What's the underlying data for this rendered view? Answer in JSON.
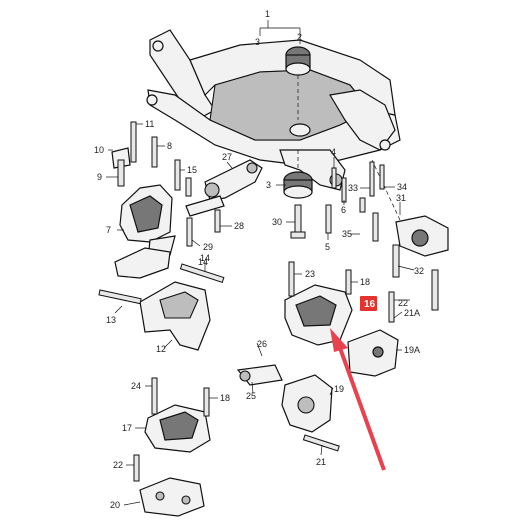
{
  "diagram": {
    "callouts": [
      {
        "id": "c1",
        "label": "1"
      },
      {
        "id": "c3a",
        "label": "3"
      },
      {
        "id": "c2",
        "label": "2"
      },
      {
        "id": "c11",
        "label": "11"
      },
      {
        "id": "c8",
        "label": "8"
      },
      {
        "id": "c10",
        "label": "10"
      },
      {
        "id": "c9",
        "label": "9"
      },
      {
        "id": "c7",
        "label": "7"
      },
      {
        "id": "c15",
        "label": "15"
      },
      {
        "id": "c14a",
        "label": "14"
      },
      {
        "id": "c27",
        "label": "27"
      },
      {
        "id": "c3b",
        "label": "3"
      },
      {
        "id": "c30",
        "label": "30"
      },
      {
        "id": "c28",
        "label": "28"
      },
      {
        "id": "c29",
        "label": "29"
      },
      {
        "id": "c4",
        "label": "4"
      },
      {
        "id": "c6",
        "label": "6"
      },
      {
        "id": "c5",
        "label": "5"
      },
      {
        "id": "c33",
        "label": "33"
      },
      {
        "id": "c34",
        "label": "34"
      },
      {
        "id": "c31",
        "label": "31"
      },
      {
        "id": "c35",
        "label": "35"
      },
      {
        "id": "c32",
        "label": "32"
      },
      {
        "id": "c14b",
        "label": "14"
      },
      {
        "id": "c13",
        "label": "13"
      },
      {
        "id": "c12",
        "label": "12"
      },
      {
        "id": "c23",
        "label": "23"
      },
      {
        "id": "c18a",
        "label": "18"
      },
      {
        "id": "c22a",
        "label": "22"
      },
      {
        "id": "c21a",
        "label": "21A"
      },
      {
        "id": "c19a",
        "label": "19A"
      },
      {
        "id": "c26",
        "label": "26"
      },
      {
        "id": "c25",
        "label": "25"
      },
      {
        "id": "c19",
        "label": "19"
      },
      {
        "id": "c21",
        "label": "21"
      },
      {
        "id": "c24",
        "label": "24"
      },
      {
        "id": "c18b",
        "label": "18"
      },
      {
        "id": "c17",
        "label": "17"
      },
      {
        "id": "c22b",
        "label": "22"
      },
      {
        "id": "c20",
        "label": "20"
      }
    ],
    "highlight": {
      "label": "16",
      "color": "#e5322d"
    },
    "arrow_color": "#e8424e"
  }
}
